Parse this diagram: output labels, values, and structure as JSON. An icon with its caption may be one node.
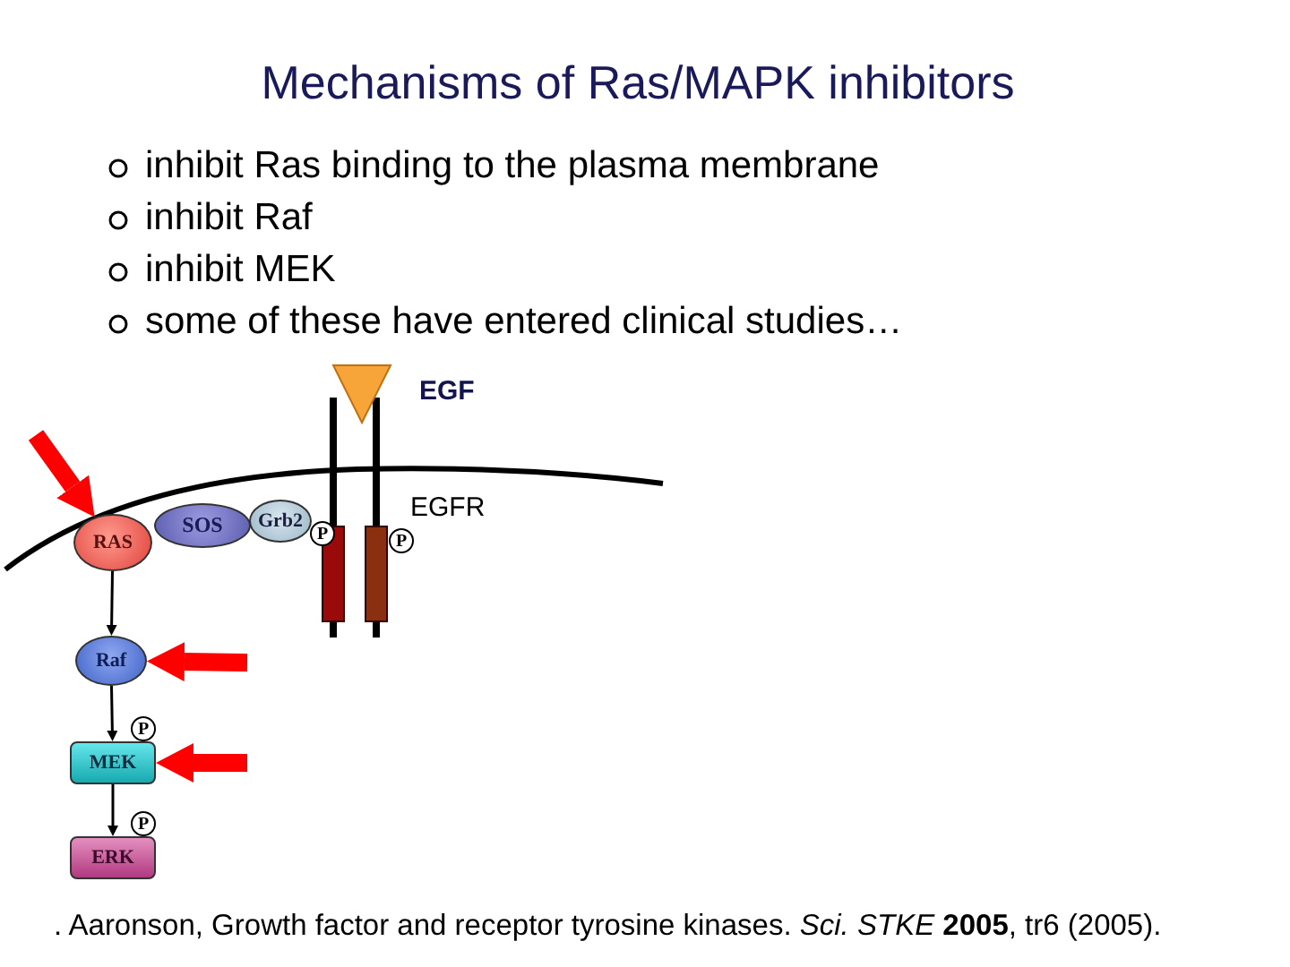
{
  "diagram": {
    "title": "Mechanisms of Ras/MAPK inhibitors",
    "nodes": [
      {
        "text": [
          "RAS"
        ]
      },
      {
        "text": [
          "SOS"
        ]
      },
      {
        "text": [
          "Grb2"
        ]
      },
      {
        "text": [
          "Raf"
        ]
      },
      {
        "text": [
          "MEK"
        ]
      },
      {
        "text": [
          "ERK"
        ]
      },
      {
        "text": [
          "P"
        ]
      },
      {
        "text": [
          "P"
        ]
      },
      {
        "text": [
          "P"
        ]
      },
      {
        "text": [
          "P"
        ]
      }
    ],
    "edges": [
      {
        "from": 0,
        "to": 3,
        "arrow": "to"
      },
      {
        "from": 3,
        "to": 4,
        "arrow": "to"
      },
      {
        "from": 4,
        "to": 5,
        "arrow": "to"
      },
      {
        "from": null,
        "to": 0,
        "arrow": "to",
        "style": "thick",
        "color": "#ff0000"
      },
      {
        "from": null,
        "to": 3,
        "arrow": "to",
        "style": "thick",
        "color": "#ff0000"
      },
      {
        "from": null,
        "to": 4,
        "arrow": "to",
        "style": "thick",
        "color": "#ff0000"
      }
    ],
    "labels": [
      "inhibit Ras binding to the plasma membrane",
      "inhibit Raf",
      "inhibit MEK",
      "some of these have entered clinical studies…",
      "EGF",
      "EGFR"
    ],
    "caption": ". Aaronson, Growth factor and receptor tyrosine kinases. *Sci. STKE* **2005**, tr6 (2005)."
  }
}
